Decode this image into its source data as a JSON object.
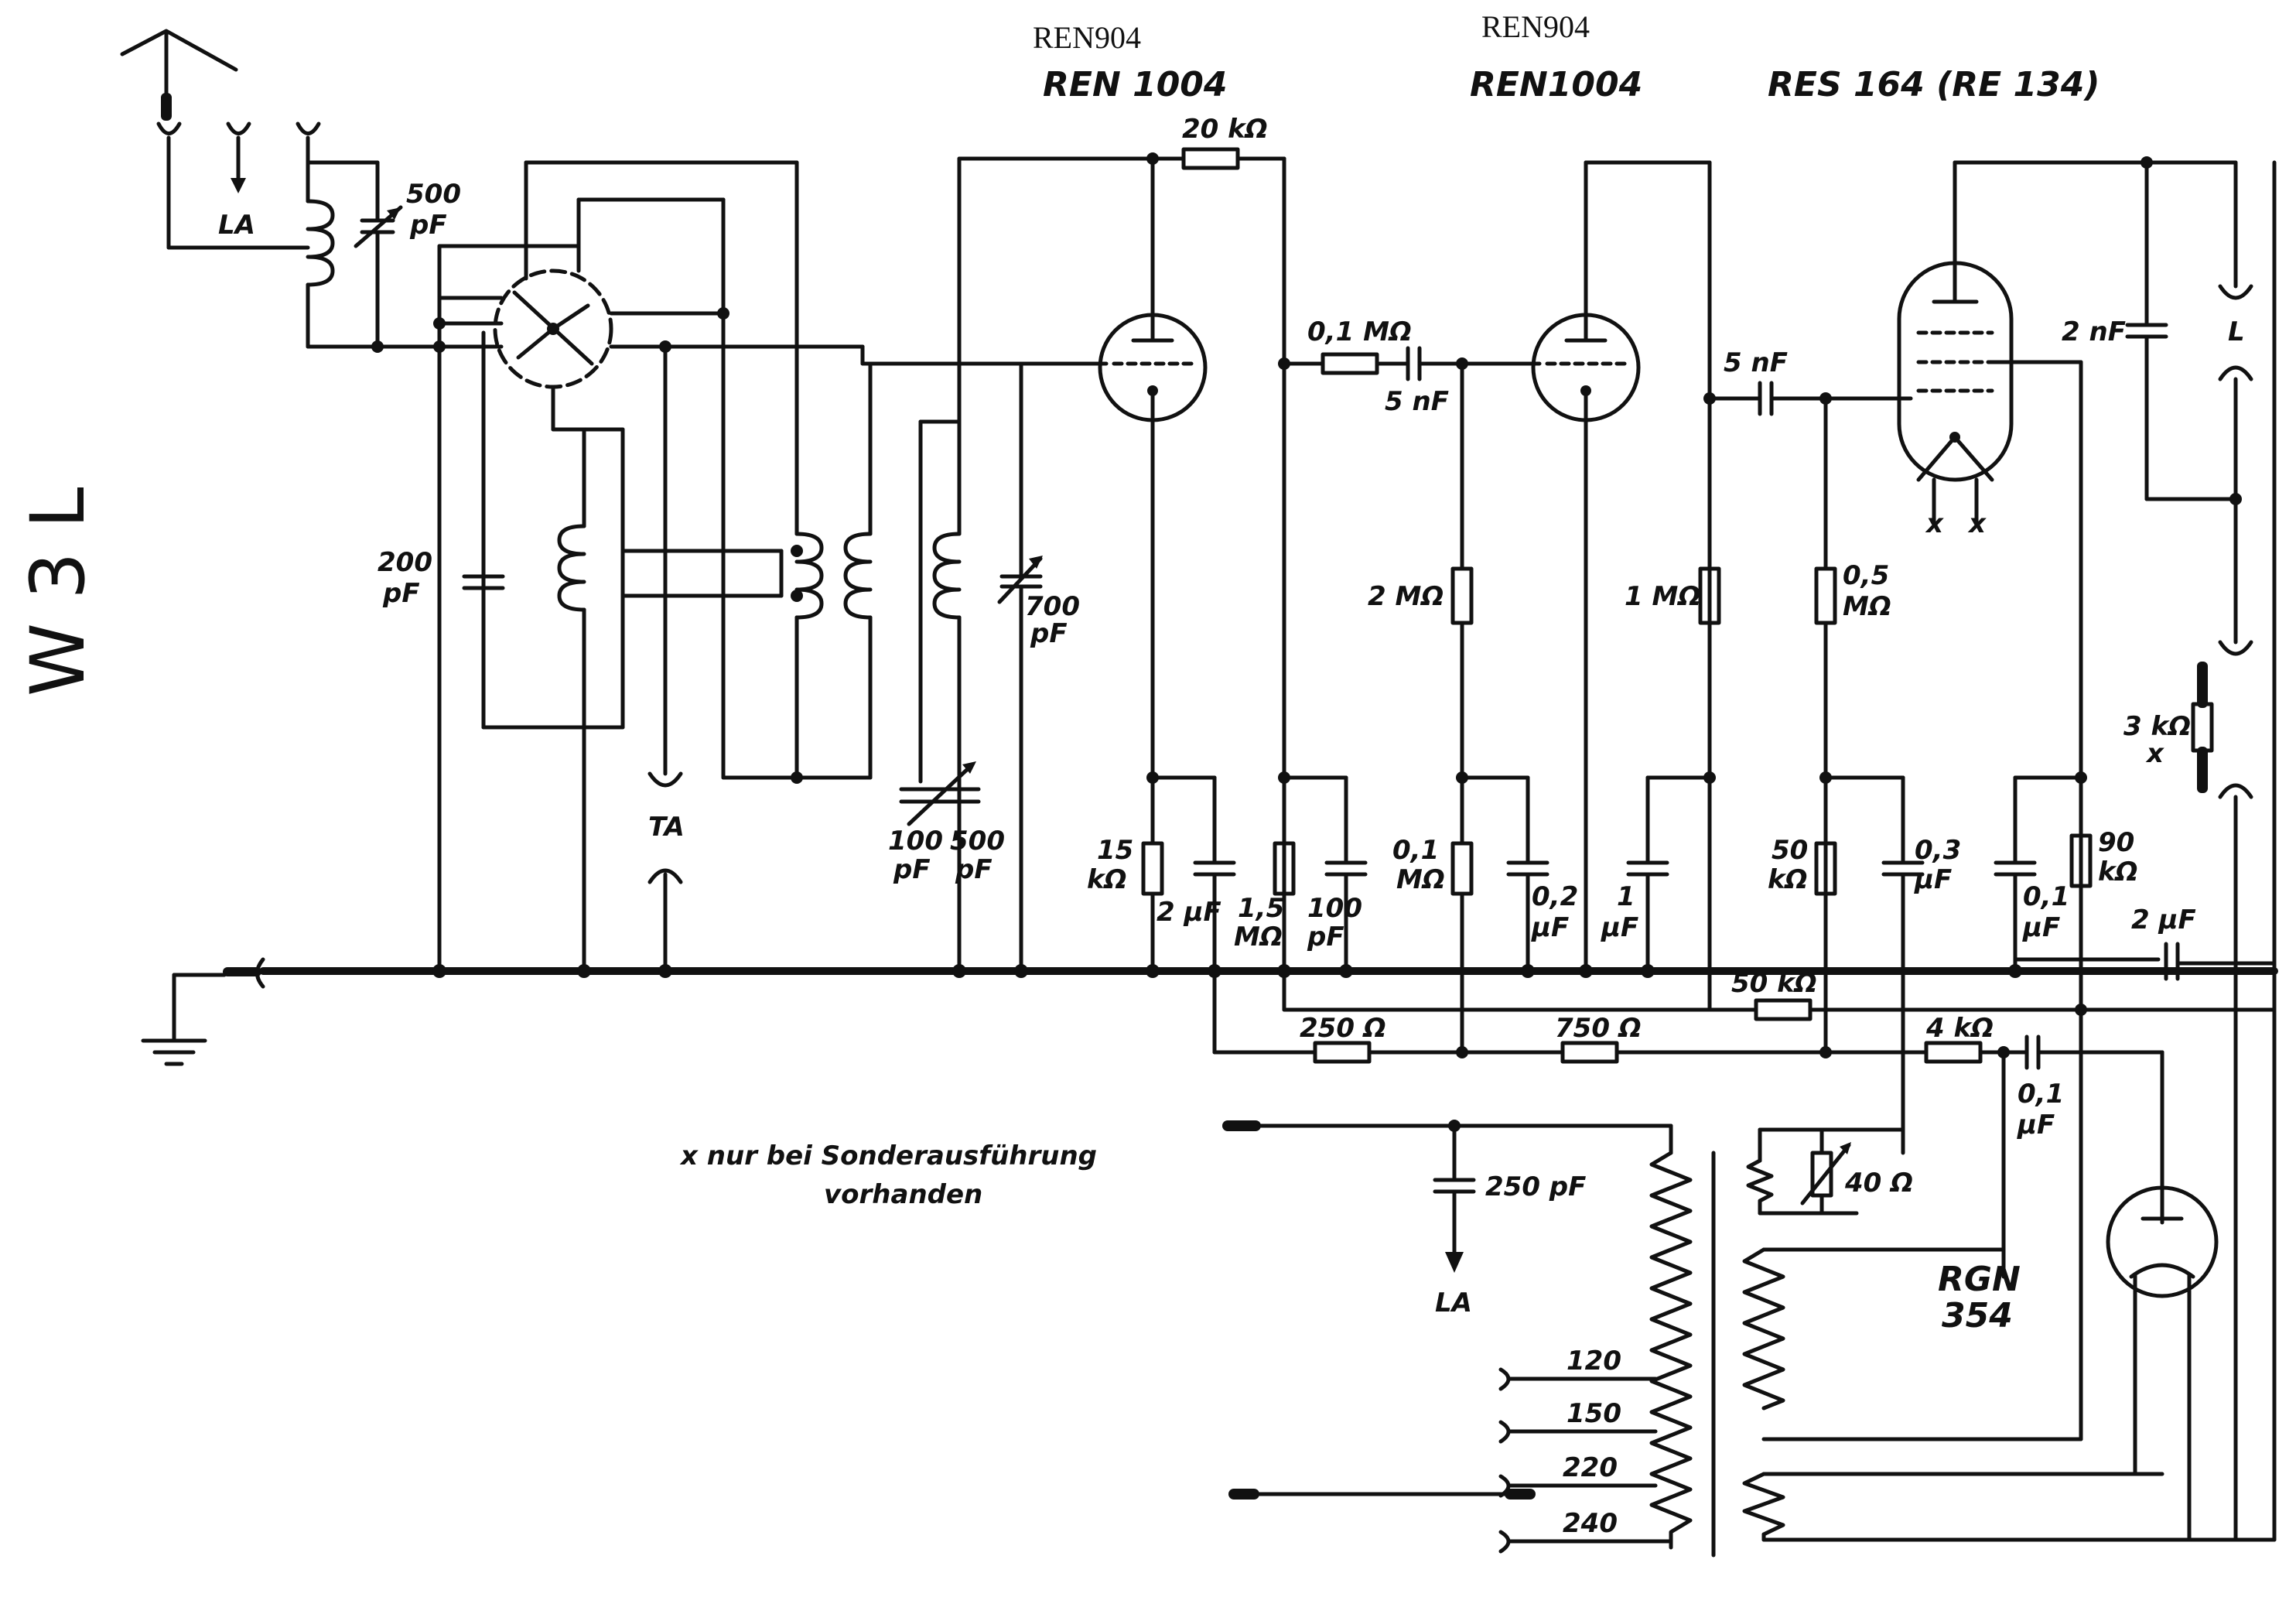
{
  "title": "W 3 L",
  "tubes": {
    "v1": {
      "handwritten": "REN904",
      "printed": "REN 1004"
    },
    "v2": {
      "handwritten": "REN904",
      "printed": "REN1004"
    },
    "v3": {
      "printed": "RES 164 (RE 134)"
    },
    "rectifier": {
      "line1": "RGN",
      "line2": "354"
    }
  },
  "labels": {
    "antenna_la": "LA",
    "c500_value": "500",
    "c500_unit": "pF",
    "c200_value": "200",
    "c200_unit": "pF",
    "c700_value": "700",
    "c700_unit": "pF",
    "ta": "TA",
    "c100_value": "100",
    "c100_unit": "pF",
    "c500b_value": "500",
    "c500b_unit": "pF",
    "r20k": "20 kΩ",
    "r01m": "0,1 MΩ",
    "c5nf_a": "5 nF",
    "c5nf_b": "5 nF",
    "c2nf": "2 nF",
    "speaker_l": "L",
    "r2m": "2 MΩ",
    "r1m": "1 MΩ",
    "r05m_a": "0,5",
    "r05m_b": "MΩ",
    "r3k_a": "3 kΩ",
    "r3k_b": "x",
    "r15k_a": "15",
    "r15k_b": "kΩ",
    "c2uf_a": "2 µF",
    "r15m_a": "1,5",
    "r15m_b": "MΩ",
    "c100pf_a": "100",
    "c100pf_b": "pF",
    "r01m_b_a": "0,1",
    "r01m_b_b": "MΩ",
    "c02uf_a": "0,2",
    "c02uf_b": "µF",
    "c1uf_a": "1",
    "c1uf_b": "µF",
    "r50k_a": "50",
    "r50k_b": "kΩ",
    "c03uf_a": "0,3",
    "c03uf_b": "µF",
    "c01uf_a": "0,1",
    "c01uf_b": "µF",
    "r90k_a": "90",
    "r90k_b": "kΩ",
    "c2uf_out": "2 µF",
    "r50k_bus": "50 kΩ",
    "r250": "250 Ω",
    "r750": "750 Ω",
    "r4k": "4 kΩ",
    "c01uf_ps_a": "0,1",
    "c01uf_ps_b": "µF",
    "c250pf": "250 pF",
    "la_bottom": "LA",
    "r40": "40 Ω",
    "mains_120": "120",
    "mains_150": "150",
    "mains_220": "220",
    "mains_240": "240",
    "note_line1": "x nur bei Sonderausführung",
    "note_line2": "vorhanden",
    "filament_x1": "x",
    "filament_x2": "x"
  }
}
